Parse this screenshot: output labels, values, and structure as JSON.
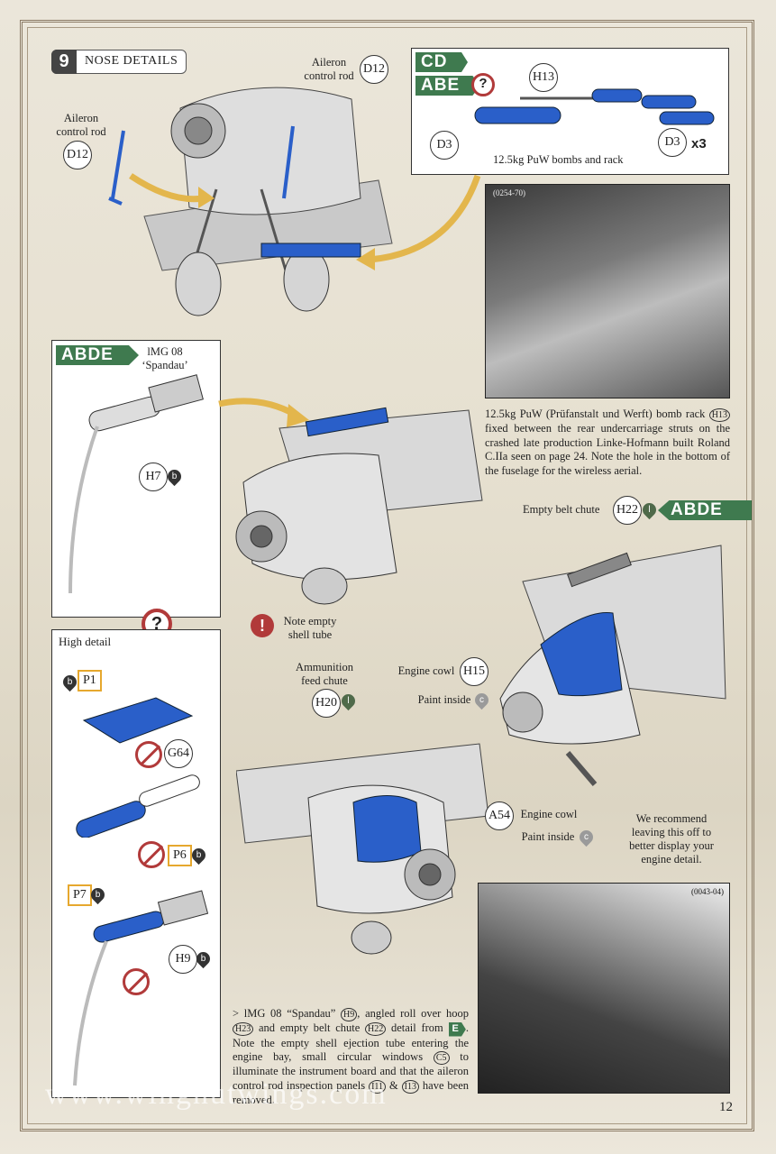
{
  "header": {
    "step_number": "9",
    "step_title": "NOSE DETAILS"
  },
  "page_number": "12",
  "top_left": {
    "aileron_left": "Aileron\ncontrol rod",
    "aileron_left_part": "D12",
    "aileron_top": "Aileron\ncontrol rod",
    "aileron_top_part": "D12"
  },
  "bomb_box": {
    "tag_cd": "CD",
    "tag_abe": "ABE",
    "question": "?",
    "part_h13": "H13",
    "part_d3_left": "D3",
    "part_d3_right": "D3",
    "qty": "x3",
    "caption": "12.5kg PuW bombs and rack"
  },
  "photo1": {
    "ref": "(0254-70)",
    "caption_a": "12.5kg PuW (Prüfanstalt und Werft) bomb rack",
    "caption_part": "H13",
    "caption_b": "fixed between the rear undercarriage struts on the crashed late production Linke-Hofmann built Roland C.IIa seen on page 24. Note the hole in the bottom of the fuselage for the wireless aerial."
  },
  "mg_box": {
    "tag": "ABDE",
    "title": "lMG 08\n‘Spandau’",
    "part": "H7",
    "paint": "b"
  },
  "note_empty": {
    "icon": "!",
    "text": "Note empty\nshell tube"
  },
  "belt_chute": {
    "label": "Empty belt chute",
    "part": "H22",
    "paint": "l",
    "tag": "ABDE"
  },
  "engine_cowl_right": {
    "label": "Engine cowl",
    "part": "H15",
    "paint_label": "Paint inside",
    "paint": "c"
  },
  "ammo_chute": {
    "label": "Ammunition\nfeed chute",
    "part": "H20",
    "paint": "l"
  },
  "engine_cowl_mid": {
    "part": "A54",
    "label": "Engine cowl",
    "paint_label": "Paint inside",
    "paint": "c"
  },
  "recommend": "We recommend\nleaving this off to\nbetter display your\nengine detail.",
  "high_detail": {
    "question": "?",
    "title": "High detail",
    "p1": "P1",
    "p1_paint": "b",
    "g64": "G64",
    "p6": "P6",
    "p6_paint": "b",
    "p7": "P7",
    "p7_paint": "b",
    "h9": "H9",
    "h9_paint": "b"
  },
  "photo2": {
    "ref": "(0043-04)"
  },
  "bottom_text": {
    "t1": "> lMG 08 “Spandau”",
    "p1": "H9",
    "t2": ", angled roll over hoop",
    "p2": "H23",
    "t3": "and empty belt chute",
    "p3": "H22",
    "t4": "detail from",
    "tag": "E",
    "t5": ". Note the empty shell ejection tube entering the engine bay, small circular windows",
    "p4": "C5",
    "t6": "to illuminate the instrument board and that the aileron control rod inspection panels",
    "p5": "I11",
    "t7": "&",
    "p6": "I13",
    "t8": "have been removed."
  },
  "watermark": "www.wingnutwings.com",
  "colors": {
    "tag_green": "#3f7a4f",
    "part_blue": "#2a5fc9",
    "warn_red": "#b13a3a",
    "paint_orange": "#e6a82e"
  }
}
